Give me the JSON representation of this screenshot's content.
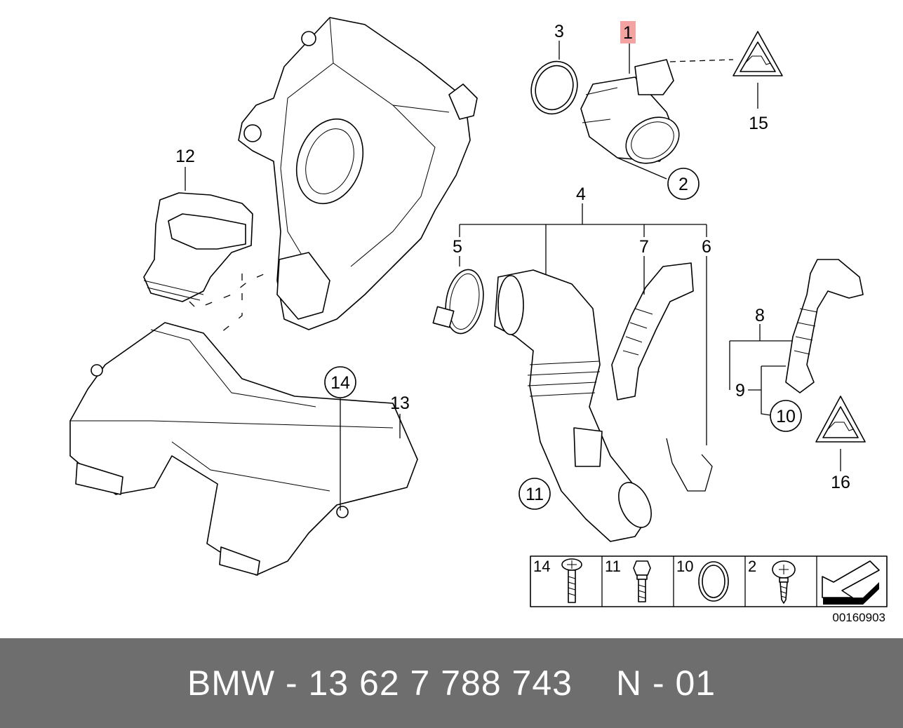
{
  "callouts": {
    "c1": "1",
    "c2": "2",
    "c3": "3",
    "c4": "4",
    "c5": "5",
    "c6": "6",
    "c7": "7",
    "c8": "8",
    "c9": "9",
    "c10": "10",
    "c11": "11",
    "c12": "12",
    "c13": "13",
    "c14": "14",
    "c15": "15",
    "c16": "16"
  },
  "hardware_table": [
    {
      "label": "14",
      "icon": "pan-head-screw-icon"
    },
    {
      "label": "11",
      "icon": "hex-bolt-icon"
    },
    {
      "label": "10",
      "icon": "o-ring-icon"
    },
    {
      "label": "2",
      "icon": "self-tapping-screw-icon"
    }
  ],
  "diagram_number": "00160903",
  "footer": {
    "part_text": "BMW - 13 62 7 788 743",
    "suffix": "N - 01"
  },
  "colors": {
    "highlight": "#f4a3a3",
    "footer_bg": "#6e6e6e"
  }
}
